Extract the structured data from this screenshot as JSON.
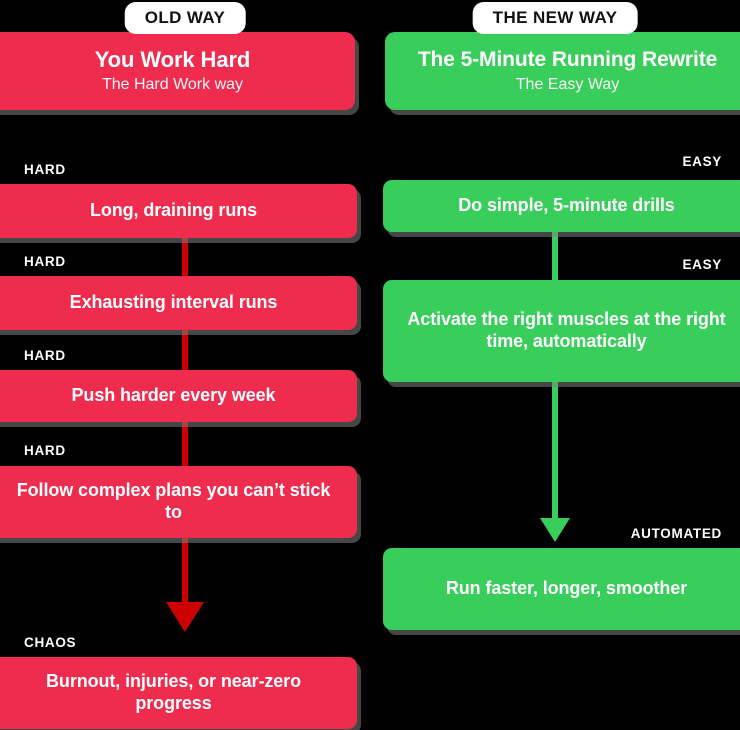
{
  "theme": {
    "background": "#000000",
    "old_way_color": "#ef2b4e",
    "new_way_color": "#39ce5b",
    "old_arrow_color": "#cc0000",
    "badge_background": "#ffffff",
    "badge_text_color": "#111111",
    "text_color": "#ffffff"
  },
  "left": {
    "badge": "OLD WAY",
    "header": {
      "title": "You Work Hard",
      "subtitle": "The Hard Work way"
    },
    "steps": [
      {
        "tag": "HARD",
        "text": "Long, draining runs"
      },
      {
        "tag": "HARD",
        "text": "Exhausting interval runs"
      },
      {
        "tag": "HARD",
        "text": "Push harder every week"
      },
      {
        "tag": "HARD",
        "text": "Follow complex plans you can’t stick to"
      },
      {
        "tag": "CHAOS",
        "text": "Burnout, injuries, or near-zero progress"
      }
    ]
  },
  "right": {
    "badge": "THE NEW WAY",
    "header": {
      "title": "The 5-Minute Running Rewrite",
      "subtitle": "The Easy Way"
    },
    "steps": [
      {
        "tag": "EASY",
        "text": "Do simple, 5-minute drills"
      },
      {
        "tag": "EASY",
        "text": "Activate the right muscles at the right time, automatically"
      },
      {
        "tag": "AUTOMATED",
        "text": "Run faster, longer, smoother"
      }
    ]
  }
}
